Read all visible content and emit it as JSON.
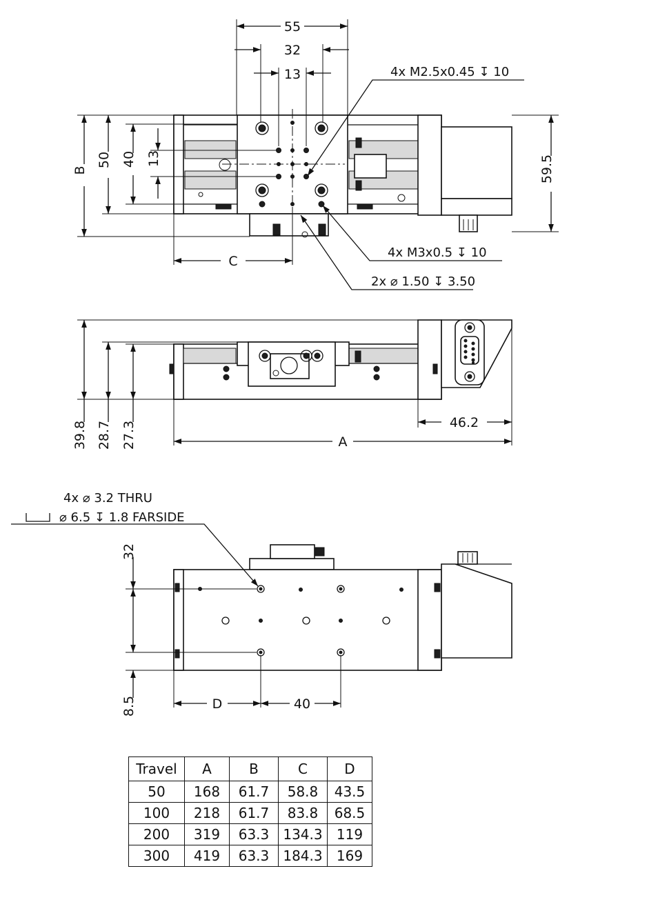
{
  "top_view": {
    "dim_55": "55",
    "dim_32": "32",
    "dim_13_horizontal": "13",
    "dim_B": "B",
    "dim_50": "50",
    "dim_40": "40",
    "dim_13_vertical": "13",
    "dim_59_5": "59.5",
    "dim_C": "C",
    "callout_m25": "4x M2.5x0.45 ↧ 10",
    "callout_m3": "4x M3x0.5 ↧ 10",
    "callout_pin": "2x ⌀ 1.50 ↧ 3.50"
  },
  "front_view": {
    "dim_39_8": "39.8",
    "dim_28_7": "28.7",
    "dim_27_3": "27.3",
    "dim_46_2": "46.2",
    "dim_A": "A"
  },
  "bottom_view": {
    "callout_thru": "4x ⌀ 3.2 THRU",
    "callout_cbore": "⌀ 6.5 ↧ 1.8 FARSIDE",
    "dim_32": "32",
    "dim_8_5": "8.5",
    "dim_D": "D",
    "dim_40": "40"
  },
  "travel_table": {
    "headers": [
      "Travel",
      "A",
      "B",
      "C",
      "D"
    ],
    "rows": [
      [
        "50",
        "168",
        "61.7",
        "58.8",
        "43.5"
      ],
      [
        "100",
        "218",
        "61.7",
        "83.8",
        "68.5"
      ],
      [
        "200",
        "319",
        "63.3",
        "134.3",
        "119"
      ],
      [
        "300",
        "419",
        "63.3",
        "184.3",
        "169"
      ]
    ]
  }
}
